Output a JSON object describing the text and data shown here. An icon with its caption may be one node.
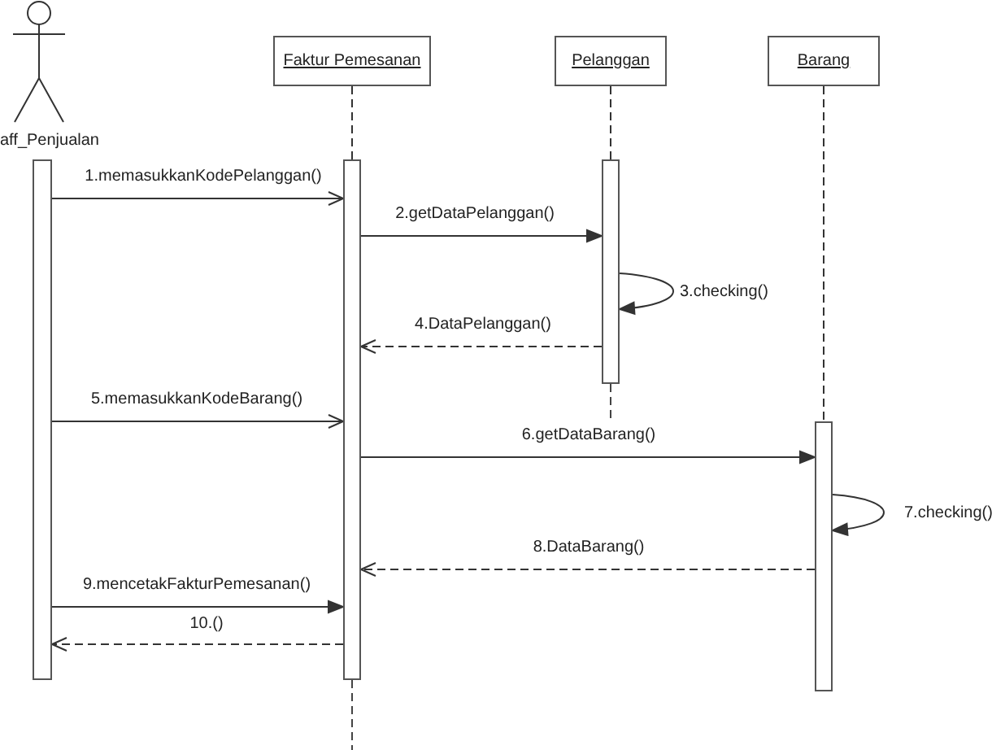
{
  "diagram": {
    "nodes": [
      {
        "text": [
          "aff_Penjualan"
        ]
      },
      {
        "text": [
          "Faktur Pemesanan"
        ]
      },
      {
        "text": [
          "Pelanggan"
        ]
      },
      {
        "text": [
          "Barang"
        ]
      },
      {
        "text": [],
        "shape": "bar"
      },
      {
        "text": [],
        "shape": "bar"
      },
      {
        "text": [],
        "shape": "bar"
      },
      {
        "text": [],
        "shape": "bar"
      }
    ],
    "edges": [
      {
        "from": 4,
        "to": 5,
        "arrow": "to",
        "label": "1.memasukkanKodePelanggan()"
      },
      {
        "from": 5,
        "to": 6,
        "arrow": "to",
        "label": "2.getDataPelanggan()"
      },
      {
        "from": 6,
        "to": 6,
        "arrow": "to",
        "label": "3.checking()"
      },
      {
        "from": 6,
        "to": 5,
        "arrow": "to",
        "style": "dashed",
        "label": "4.DataPelanggan()"
      },
      {
        "from": 4,
        "to": 5,
        "arrow": "to",
        "label": "5.memasukkanKodeBarang()"
      },
      {
        "from": 5,
        "to": 7,
        "arrow": "to",
        "label": "6.getDataBarang()"
      },
      {
        "from": 7,
        "to": 7,
        "arrow": "to",
        "label": "7.checking()"
      },
      {
        "from": 7,
        "to": 5,
        "arrow": "to",
        "style": "dashed",
        "label": "8.DataBarang()"
      },
      {
        "from": 4,
        "to": 5,
        "arrow": "to",
        "label": "9.mencetakFakturPemesanan()"
      },
      {
        "from": 5,
        "to": 4,
        "arrow": "to",
        "style": "dashed",
        "label": "10.()"
      },
      {
        "from": 1,
        "to": 5,
        "arrow": "none",
        "style": "dashed"
      },
      {
        "from": 2,
        "to": 6,
        "arrow": "none",
        "style": "dashed"
      },
      {
        "from": 3,
        "to": 7,
        "arrow": "none",
        "style": "dashed"
      }
    ]
  }
}
